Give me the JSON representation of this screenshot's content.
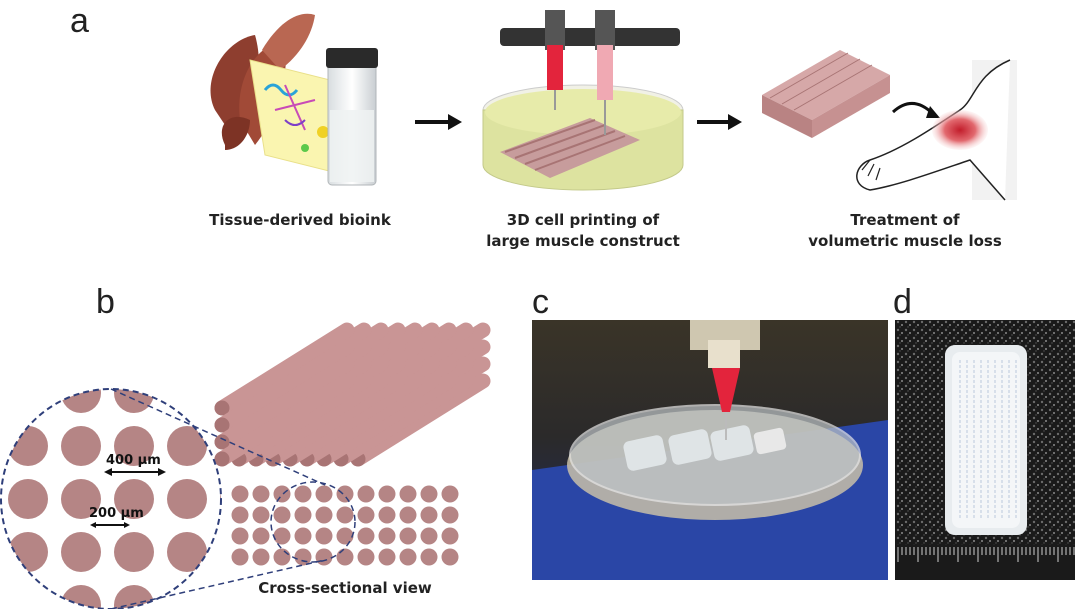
{
  "panels": {
    "a": {
      "letter": "a",
      "captions": {
        "bioink": "Tissue-derived bioink",
        "printing": [
          "3D cell printing of",
          "large muscle construct"
        ],
        "treatment": [
          "Treatment of",
          "volumetric muscle loss"
        ]
      }
    },
    "b": {
      "letter": "b",
      "spacing_label": "400 µm",
      "diameter_label": "200 µm",
      "cross_section_caption": "Cross-sectional view"
    },
    "c": {
      "letter": "c"
    },
    "d": {
      "letter": "d"
    }
  },
  "colors": {
    "strand": "#c99595",
    "strand_dark": "#a87474",
    "dot": "#b58585",
    "gel": "#e3e59a",
    "nozzle_red": "#e3243c",
    "printer_bar": "#333333",
    "photo_blue": "#2a46a6",
    "photo_bg": "#2f2a22"
  }
}
